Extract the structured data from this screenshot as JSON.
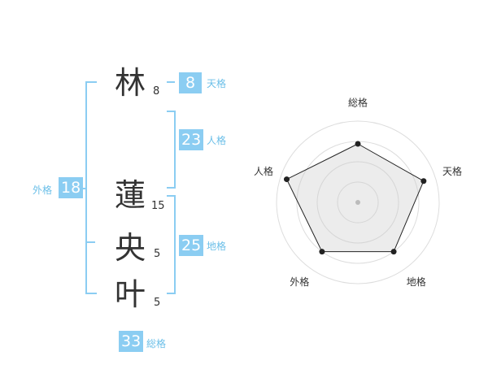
{
  "name": {
    "chars": [
      {
        "char": "林",
        "strokes": "8"
      },
      {
        "char": "蓮",
        "strokes": "15"
      },
      {
        "char": "央",
        "strokes": "5"
      },
      {
        "char": "叶",
        "strokes": "5"
      }
    ]
  },
  "kakusu": {
    "tenkaku": {
      "value": "8",
      "label": "天格"
    },
    "jinkaku": {
      "value": "23",
      "label": "人格"
    },
    "chikaku": {
      "value": "25",
      "label": "地格"
    },
    "gaikaku": {
      "value": "18",
      "label": "外格"
    },
    "soukaku": {
      "value": "33",
      "label": "総格"
    }
  },
  "colors": {
    "accent": "#8bcdf2",
    "label": "#6bbfe8",
    "text": "#333333"
  },
  "chart_data": {
    "type": "radar",
    "axes": [
      "総格",
      "天格",
      "地格",
      "外格",
      "人格"
    ],
    "values": [
      0.72,
      0.85,
      0.75,
      0.75,
      0.92
    ],
    "rings": 4,
    "range": [
      0,
      1
    ]
  }
}
